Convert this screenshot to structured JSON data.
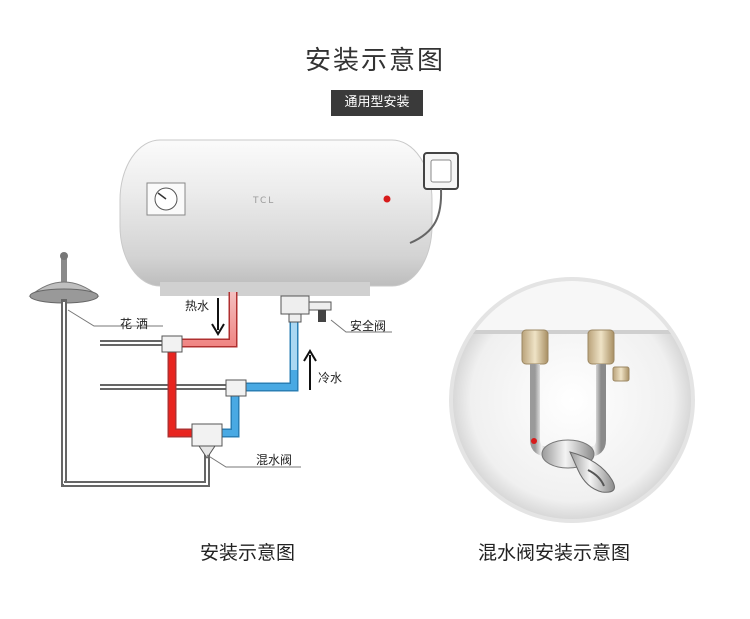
{
  "title": "安装示意图",
  "badge": "通用型安装",
  "heater": {
    "brand": "TCL"
  },
  "labels": {
    "hot_water": "热水",
    "shower": "花 洒",
    "safety_valve": "安全阀",
    "cold_water": "冷水",
    "mixing_valve": "混水阀"
  },
  "captions": {
    "left": "安装示意图",
    "right": "混水阀安装示意图"
  },
  "colors": {
    "hot_pipe": "#e8241f",
    "cold_pipe": "#49a9e3",
    "badge_bg": "#3a3a3a"
  },
  "icons": [
    "shower-head-icon",
    "power-plug-icon",
    "thermometer-dial-icon",
    "indicator-light-icon",
    "arrow-down-icon",
    "arrow-up-icon"
  ]
}
